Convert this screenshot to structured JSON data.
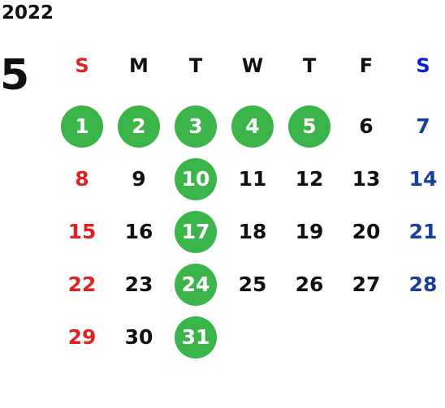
{
  "calendar": {
    "year": "2022",
    "month": "5",
    "weekdays": [
      "S",
      "M",
      "T",
      "W",
      "T",
      "F",
      "S"
    ],
    "first_weekday_index": 0,
    "days": [
      "1",
      "2",
      "3",
      "4",
      "5",
      "6",
      "7",
      "8",
      "9",
      "10",
      "11",
      "12",
      "13",
      "14",
      "15",
      "16",
      "17",
      "18",
      "19",
      "20",
      "21",
      "22",
      "23",
      "24",
      "25",
      "26",
      "27",
      "28",
      "29",
      "30",
      "31"
    ],
    "highlighted_days": [
      "1",
      "2",
      "3",
      "4",
      "5",
      "10",
      "17",
      "24",
      "31"
    ]
  },
  "colors": {
    "highlight": "#3bb54a",
    "sunday": "#e02222",
    "saturday": "#1a3f9a",
    "weekday": "#111111",
    "saturday_header": "#0a1fd6",
    "on_highlight": "#ffffff"
  }
}
